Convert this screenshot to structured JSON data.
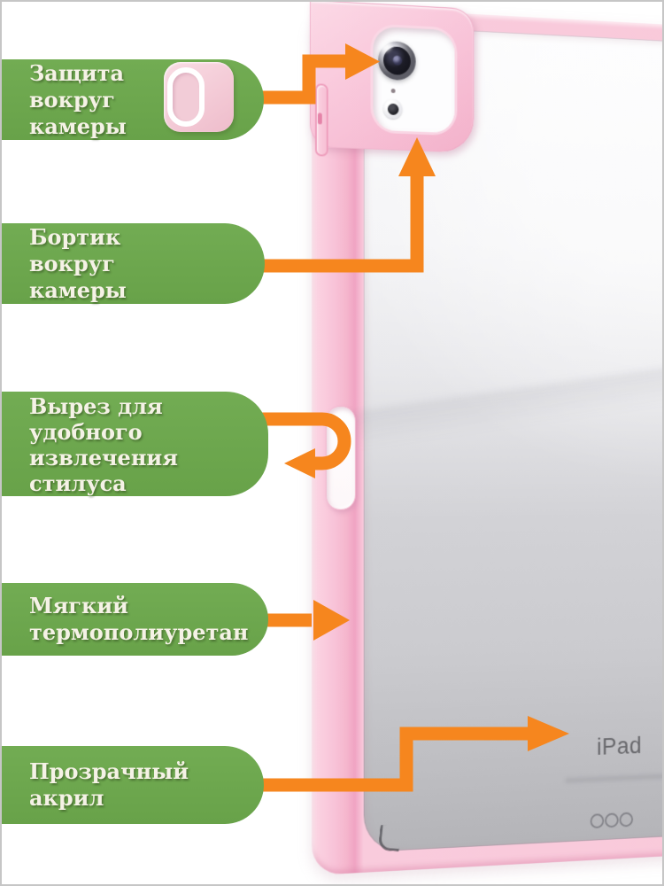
{
  "product_annotations": {
    "callouts": [
      {
        "name": "camera-protection",
        "lines": [
          "Защита",
          "вокруг",
          "камеры"
        ]
      },
      {
        "name": "camera-rim",
        "lines": [
          "Бортик",
          "вокруг",
          "камеры"
        ]
      },
      {
        "name": "stylus-cutout",
        "lines": [
          "Вырез для",
          "удобного",
          "извлечения",
          "стилуса"
        ]
      },
      {
        "name": "soft-tpu",
        "lines": [
          "Мягкий",
          "термополиуретан"
        ]
      },
      {
        "name": "clear-acrylic",
        "lines": [
          "Прозрачный",
          "акрил"
        ]
      }
    ]
  },
  "device": {
    "back_text": "iPad"
  },
  "colors": {
    "callout_green": "#6BA74D",
    "arrow_orange": "#F6861E",
    "case_pink": "#F8C6D8",
    "label_text": "#F5F2E6",
    "ipad_text_gray": "#69696D"
  }
}
